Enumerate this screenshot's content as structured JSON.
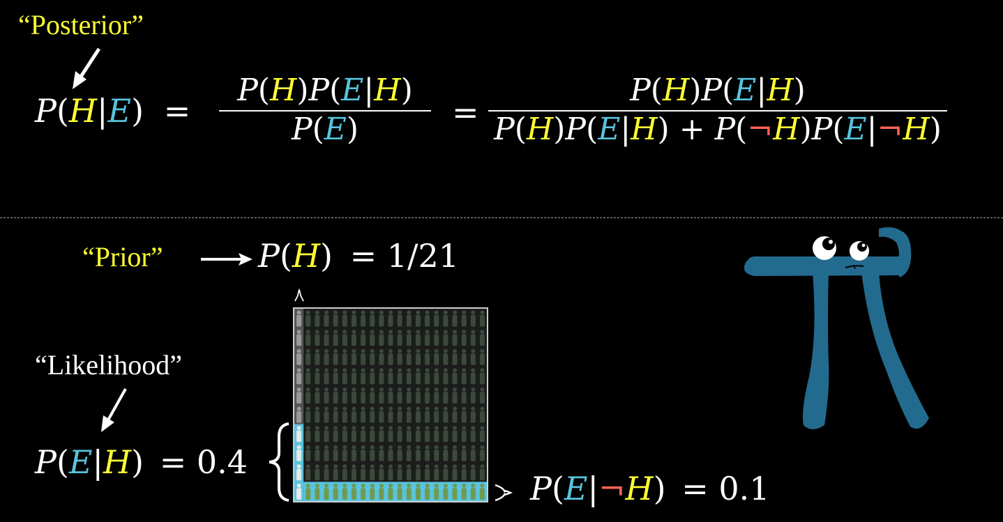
{
  "labels": {
    "posterior": "“Posterior”",
    "prior": "“Prior”",
    "likelihood": "“Likelihood”"
  },
  "formula": {
    "lhs": {
      "P": "P",
      "open": "(",
      "H": "H",
      "bar": "|",
      "E": "E",
      "close": ")",
      "eq": "="
    },
    "frac1": {
      "num": [
        "P",
        "(",
        "H",
        ")",
        "P",
        "(",
        "E",
        "|",
        "H",
        ")"
      ],
      "den": [
        "P",
        "(",
        "E",
        ")"
      ]
    },
    "eq2": "=",
    "frac2": {
      "num": [
        "P",
        "(",
        "H",
        ")",
        "P",
        "(",
        "E",
        "|",
        "H",
        ")"
      ],
      "den_part1": [
        "P",
        "(",
        "H",
        ")",
        "P",
        "(",
        "E",
        "|",
        "H",
        ")"
      ],
      "plus": "+",
      "den_part2": [
        "P",
        "(",
        "¬",
        "H",
        ")",
        "P",
        "(",
        "E",
        "|",
        "¬",
        "H",
        ")"
      ]
    }
  },
  "prior_eq": {
    "P": "P",
    "open": "(",
    "H": "H",
    "close": ")",
    "rest": "= 1/21"
  },
  "likelihood_eq": {
    "P": "P",
    "open": "(",
    "E": "E",
    "bar": "|",
    "H": "H",
    "close": ")",
    "rest": "= 0.4"
  },
  "neg_likelihood_eq": {
    "P": "P",
    "open": "(",
    "E": "E",
    "bar": "|",
    "neg": "¬",
    "H": "H",
    "close": ")",
    "rest": "= 0.1"
  },
  "colors": {
    "hypothesis": "#ffff33",
    "evidence": "#58c4dd",
    "negation": "#fc6255",
    "pi_creature": "#236b8e",
    "population_dim": "#3b4a3b",
    "population_evidence": "#6f9a52"
  },
  "icons": [
    "arrow-down-left-icon",
    "arrow-right-icon",
    "curly-brace-icon",
    "small-brace-icon",
    "pi-creature-icon",
    "person-icon"
  ]
}
